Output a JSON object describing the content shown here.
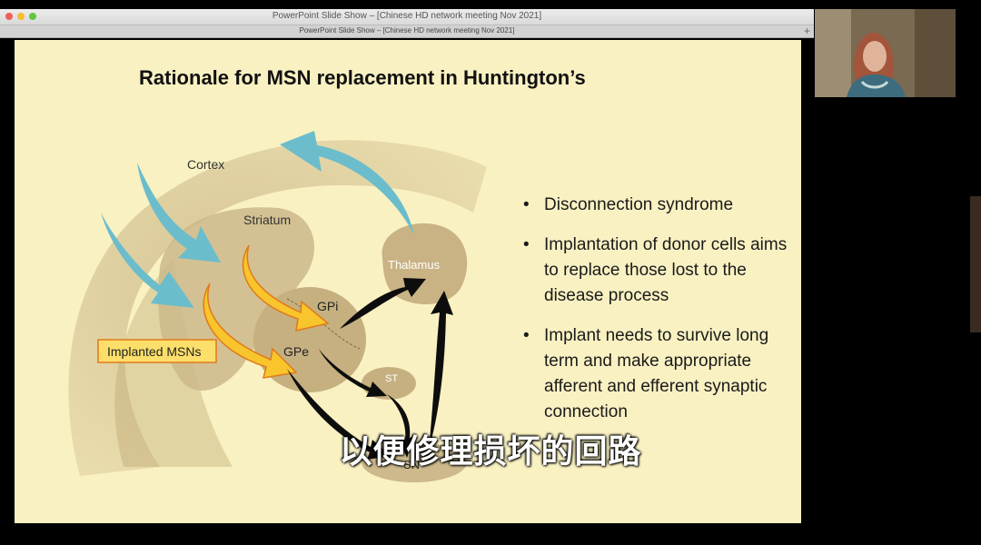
{
  "window": {
    "title": "PowerPoint Slide Show – [Chinese HD network meeting Nov 2021]",
    "tab_title": "PowerPoint Slide Show – [Chinese HD network meeting Nov 2021]",
    "new_tab_glyph": "+",
    "traffic_lights": [
      "#ee5f57",
      "#f5bd30",
      "#5fc63d"
    ]
  },
  "slide": {
    "title": "Rationale for MSN replacement in Huntington’s",
    "diagram": {
      "labels": {
        "cortex": "Cortex",
        "striatum": "Striatum",
        "thalamus": "Thalamus",
        "gpi": "GPi",
        "gpe": "GPe",
        "st": "ST",
        "sn": "SN",
        "implanted": "Implanted MSNs"
      },
      "colors": {
        "background": "#f9f1c2",
        "brain_region": "#cdb98b",
        "cyan_arrow": "#6bbdcc",
        "orange_arrow": "#f8c52d",
        "black_arrow": "#0d0d0d",
        "implant_box": "#fbdf6a"
      }
    },
    "bullets": [
      "Disconnection syndrome",
      "Implantation of donor cells aims to replace those lost to the disease process",
      "Implant needs to survive long term and make appropriate afferent and efferent synaptic connection"
    ],
    "bullet_glyph": "•"
  },
  "subtitle": "以便修理损坏的回路"
}
